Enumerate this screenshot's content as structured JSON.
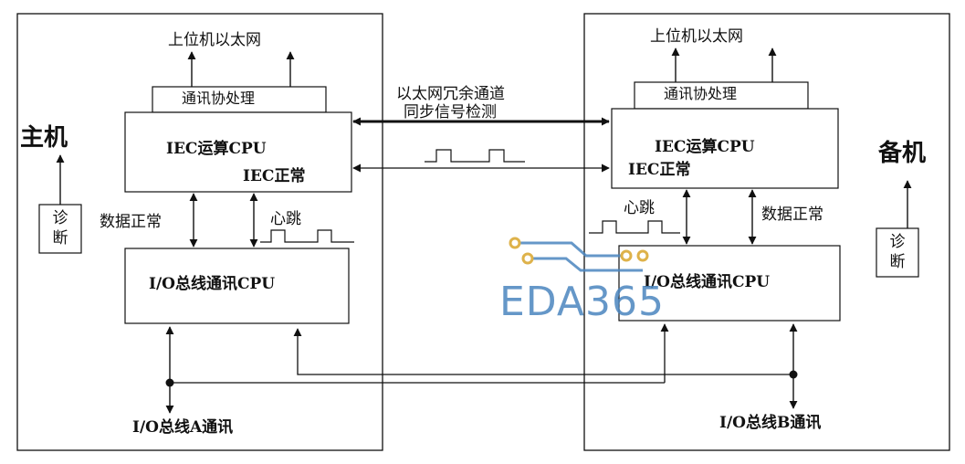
{
  "colors": {
    "line": "#111111",
    "watermark_blue": "#4b86bf",
    "watermark_gold": "#d9a52b"
  },
  "primary": {
    "title": "主机",
    "ethernet_label": "上位机以太网",
    "protocol_box": "通讯协处理",
    "iec_cpu_label": "IEC运算CPU",
    "iec_ok_label": "IEC正常",
    "data_ok_label": "数据正常",
    "heartbeat_label": "心跳",
    "diag_label": "诊断",
    "io_cpu_label": "I/O总线通讯CPU",
    "bus_label": "I/O总线A通讯"
  },
  "backup": {
    "title": "备机",
    "ethernet_label": "上位机以太网",
    "protocol_box": "通讯协处理",
    "iec_cpu_label": "IEC运算CPU",
    "iec_ok_label": "IEC正常",
    "data_ok_label": "数据正常",
    "heartbeat_label": "心跳",
    "diag_label": "诊断",
    "io_cpu_label": "I/O总线通讯CPU",
    "bus_label": "I/O总线B通讯"
  },
  "middle": {
    "redundant_label": "以太网冗余通道",
    "sync_label": "同步信号检测"
  },
  "watermark": {
    "text": "EDA365"
  }
}
